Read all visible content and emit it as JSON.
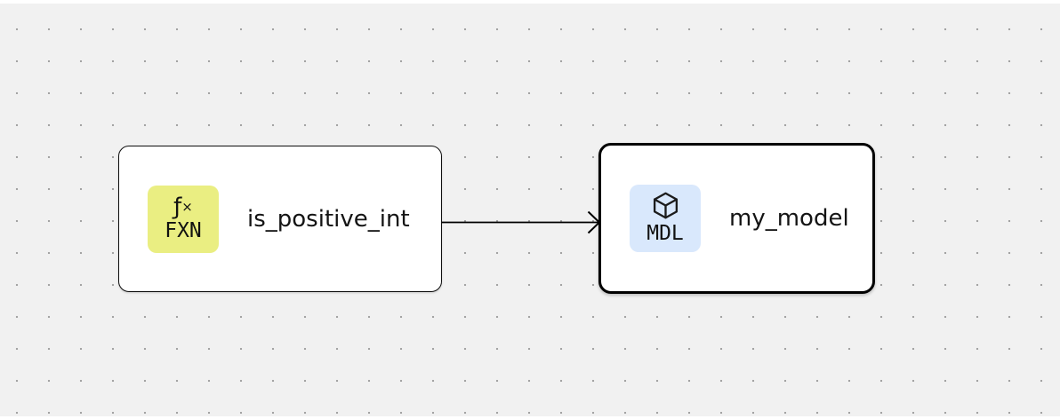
{
  "canvas": {
    "background_color": "#f1f1f1",
    "dot_color": "#a3a3a3"
  },
  "nodes": [
    {
      "label": "is_positive_int",
      "badge": {
        "abbr": "FXN",
        "glyph_f": "ƒ",
        "glyph_x": "×",
        "background_color": "#eaee82"
      },
      "selected": false
    },
    {
      "label": "my_model",
      "badge": {
        "abbr": "MDL",
        "icon": "cube-icon",
        "background_color": "#d9e8fc"
      },
      "selected": true
    }
  ],
  "edge": {
    "from": "is_positive_int",
    "to": "my_model",
    "color": "#000000"
  }
}
